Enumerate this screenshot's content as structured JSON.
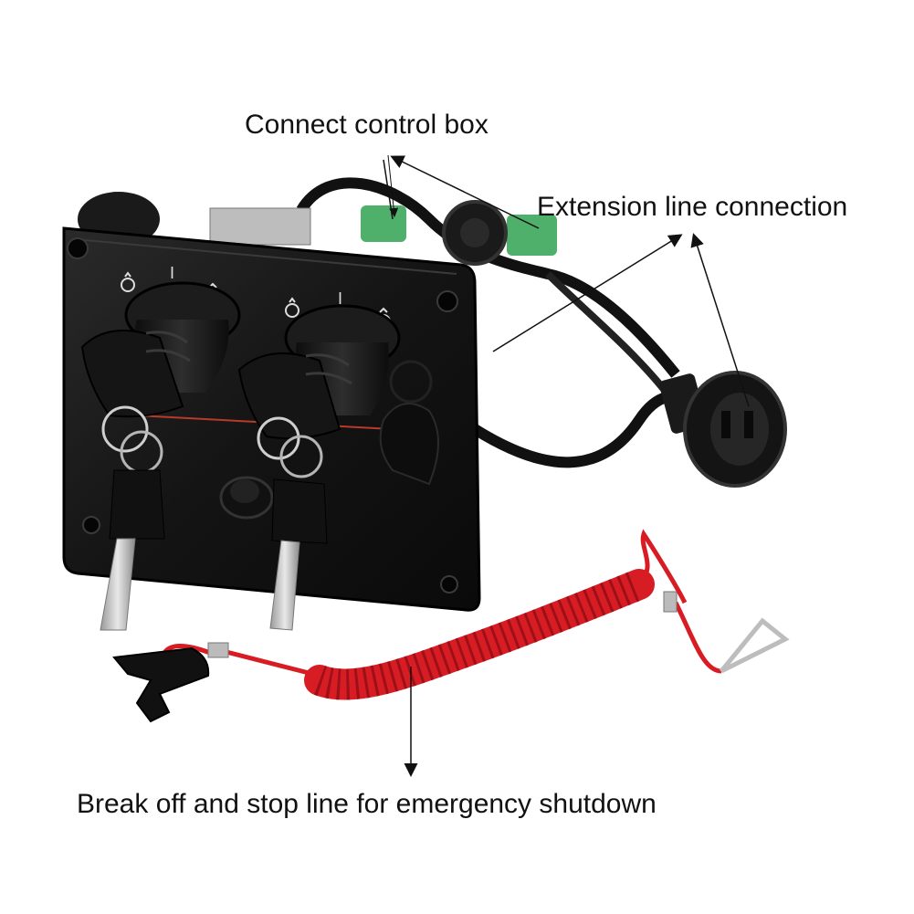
{
  "labels": {
    "connect_control_box": "Connect control box",
    "extension_line_connection": "Extension line connection",
    "break_off_stop_line": "Break off and stop line for emergency shutdown"
  },
  "panel_marks": {
    "switch_1_on": "I",
    "switch_2_on": "I"
  },
  "colors": {
    "background": "#ffffff",
    "panel": "#141414",
    "lanyard": "#d81c24",
    "wire_green": "#4fb06b",
    "text": "#111111"
  },
  "icons": [
    "key-icon",
    "ignition-start-icon",
    "off-icon"
  ]
}
